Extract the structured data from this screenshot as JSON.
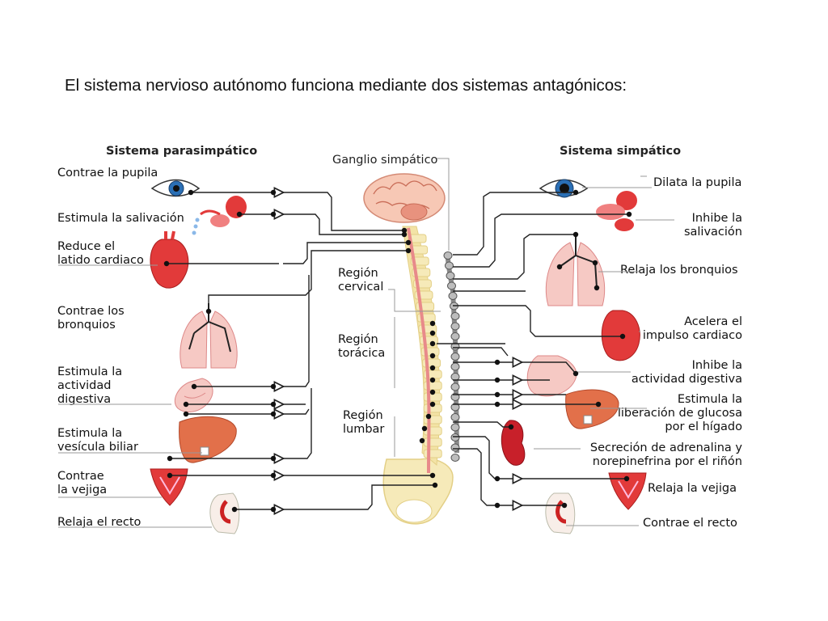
{
  "title": "El sistema nervioso autónomo funciona mediante dos sistemas antagónicos:",
  "headers": {
    "parasympathetic": "Sistema parasimpático",
    "ganglion": "Ganglio simpático",
    "sympathetic": "Sistema simpático"
  },
  "parasympathetic": [
    "Contrae la pupila",
    "Estimula la salivación",
    "Reduce el\nlatido cardiaco",
    "Contrae los\nbronquios",
    "Estimula la\nactividad\ndigestiva",
    "Estimula la\nvesícula biliar",
    "Contrae\nla vejiga",
    "Relaja el recto"
  ],
  "regions": [
    "Región\ncervical",
    "Región\ntorácica",
    "Región\nlumbar"
  ],
  "sympathetic": [
    "Dilata la pupila",
    "Inhibe la\nsalivación",
    "Relaja los bronquios",
    "Acelera el\nimpulso cardiaco",
    "Inhibe la\nactividad digestiva",
    "Estimula la\nliberación de glucosa\npor el hígado",
    "Secreción de adrenalina y\nnorepinefrina por el riñón",
    "Relaja la vejiga",
    "Contrae el recto"
  ],
  "organs": [
    "eye-icon",
    "salivary-gland-icon",
    "heart-icon",
    "lungs-icon",
    "stomach-icon",
    "liver-icon",
    "kidney-icon",
    "bladder-icon",
    "rectum-icon",
    "brain-icon",
    "spinal-cord-icon",
    "pelvis-icon"
  ],
  "colors": {
    "organ": "#e23a3a",
    "organ_light": "#f6b9b5",
    "nerve": "#222222",
    "chain": "#8a8a8a",
    "spine": "#f3e3a6"
  }
}
